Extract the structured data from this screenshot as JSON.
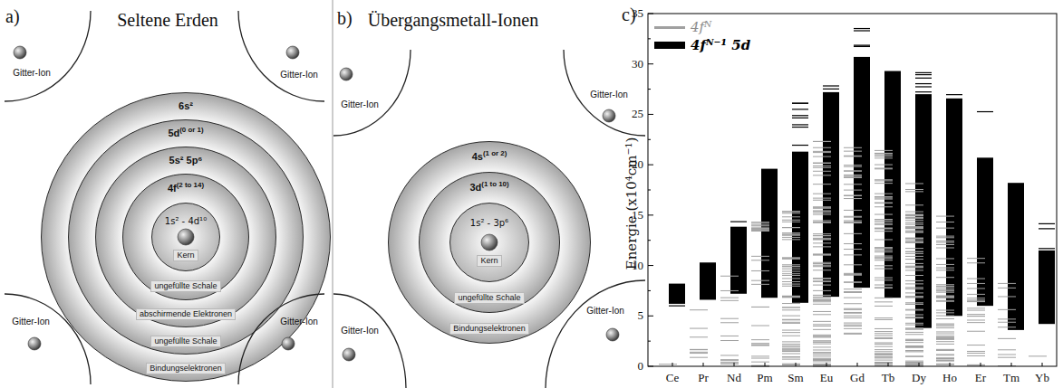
{
  "diagram": {
    "nodes": [
      {
        "text": [
          "6s²",
          "Bindungselektronen"
        ]
      },
      {
        "text": [
          "5d",
          "(0 or 1)",
          "ungefüllte Schale"
        ],
        "in": 0
      },
      {
        "text": [
          "5s² 5p⁶",
          "abschirmende Elektronen"
        ],
        "in": 1
      },
      {
        "text": [
          "4f",
          "(2 to 14)",
          "ungefüllte Schale"
        ],
        "in": 2
      },
      {
        "text": [
          "1s² - 4d¹⁰",
          "Kern"
        ],
        "in": 3
      },
      {
        "text": [
          "4s",
          "(1 or 2)",
          "Bindungselektronen"
        ]
      },
      {
        "text": [
          "3d",
          "(1 to 10)",
          "ungefüllte Schale"
        ],
        "in": 5
      },
      {
        "text": [
          "1s² - 3p⁶",
          "Kern"
        ],
        "in": 6
      }
    ],
    "labels": [
      "a)",
      "Seltene Erden",
      "Gitter-Ion",
      "Gitter-Ion",
      "Gitter-Ion",
      "Gitter-Ion",
      "b)",
      "Übergangsmetall-Ionen",
      "Gitter-Ion",
      "Gitter-Ion",
      "Gitter-Ion",
      "Gitter-Ion",
      "c)",
      "Energie (x10⁴cm⁻¹)",
      "0",
      "5",
      "10",
      "15",
      "20",
      "25",
      "30",
      "35",
      "Ce",
      "Pr",
      "Nd",
      "Pm",
      "Sm",
      "Eu",
      "Gd",
      "Tb",
      "Dy",
      "Ho",
      "Er",
      "Tm",
      "Yb"
    ],
    "legend": [
      {
        "text": "4fᴺ",
        "color": "#a0a0a0"
      },
      {
        "text": "4fᴺ⁻¹ 5d",
        "color": "#000000"
      }
    ]
  }
}
